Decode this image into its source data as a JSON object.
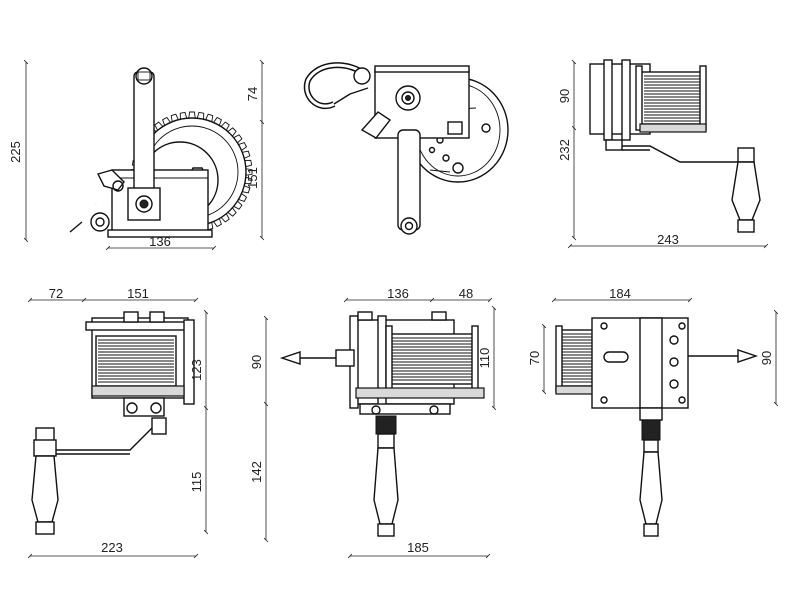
{
  "colors": {
    "line": "#111111",
    "background": "#ffffff"
  },
  "views": {
    "front": {
      "dims": {
        "overall_height": "225",
        "handle_height": "74",
        "body_height": "151",
        "base_width": "136"
      }
    },
    "side": {
      "dims": {}
    },
    "top": {
      "dims": {
        "drum_height": "90",
        "crank_height": "232",
        "overall_width": "243"
      }
    },
    "rear": {
      "dims": {
        "offset": "72",
        "frame_width": "151",
        "frame_height": "123",
        "grip_height": "115",
        "overall_width": "223"
      }
    },
    "front2": {
      "dims": {
        "body_width": "136",
        "hook_offset": "48",
        "drum_height": "90",
        "body_height": "110",
        "grip_height": "142",
        "overall_width": "185"
      }
    },
    "end": {
      "dims": {
        "frame_width": "184",
        "inner_height": "70",
        "outer_height": "90"
      }
    }
  }
}
